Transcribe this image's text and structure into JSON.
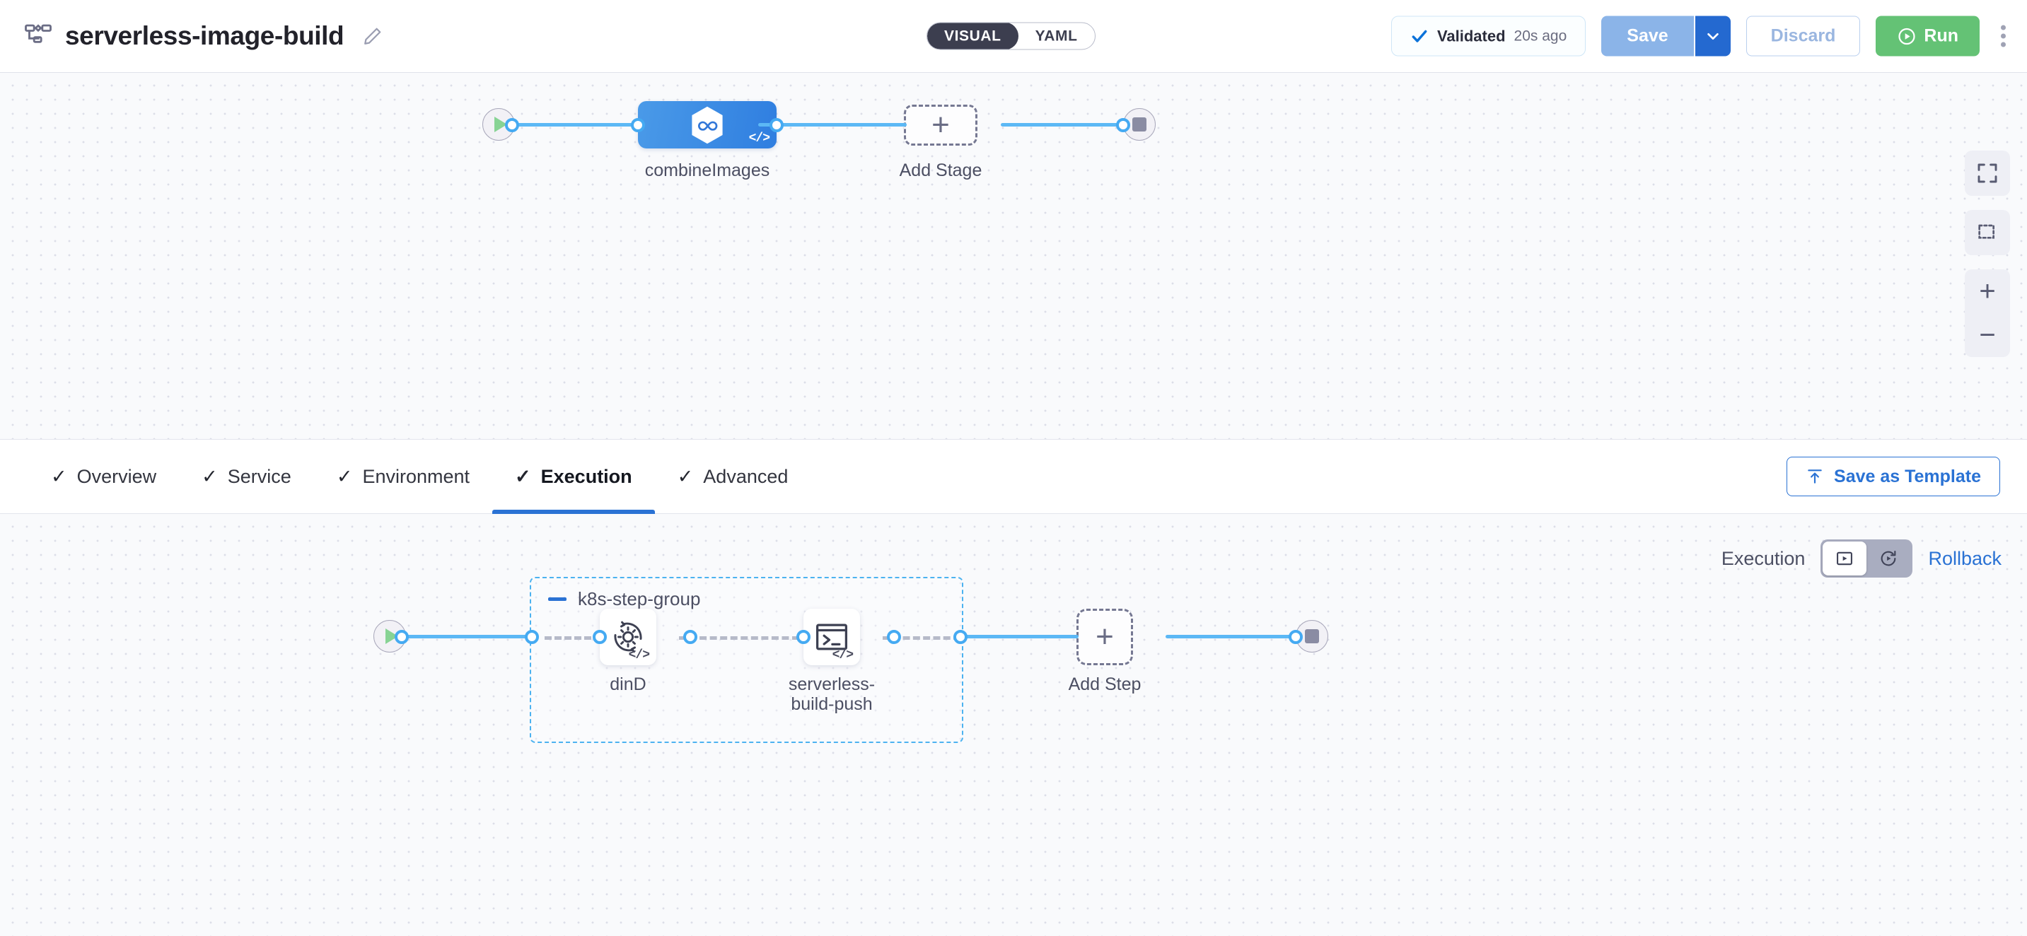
{
  "topbar": {
    "pipeline_icon": "pipeline-icon",
    "title": "serverless-image-build",
    "edit_icon": "pencil-icon",
    "mode_toggle": {
      "active": "VISUAL",
      "inactive": "YAML"
    },
    "validated": {
      "icon": "check-icon",
      "label": "Validated",
      "time": "20s ago"
    },
    "save_label": "Save",
    "save_caret_icon": "chevron-down-icon",
    "discard_label": "Discard",
    "run_label": "Run",
    "run_icon": "play-circle-icon",
    "more_icon": "kebab-menu-icon"
  },
  "pipeline_canvas": {
    "start_node": {
      "name": "start-node",
      "icon": "play-icon"
    },
    "end_node": {
      "name": "end-node",
      "icon": "stop-icon"
    },
    "stage": {
      "label": "combineImages",
      "icon": "harness-hex-icon",
      "code_mark": "</>"
    },
    "add_stage": {
      "label": "Add Stage",
      "icon": "plus-icon"
    },
    "controls": [
      {
        "name": "fit-to-screen-button",
        "icon": "fit-screen-icon"
      },
      {
        "name": "marquee-select-button",
        "icon": "marquee-select-icon"
      },
      {
        "name": "zoom-in-button",
        "icon": "plus-icon"
      },
      {
        "name": "zoom-out-button",
        "icon": "minus-icon"
      }
    ]
  },
  "tabs": {
    "items": [
      {
        "label": "Overview",
        "tick": "✓",
        "active": false
      },
      {
        "label": "Service",
        "tick": "✓",
        "active": false
      },
      {
        "label": "Environment",
        "tick": "✓",
        "active": false
      },
      {
        "label": "Execution",
        "tick": "✓",
        "active": true
      },
      {
        "label": "Advanced",
        "tick": "✓",
        "active": false
      }
    ],
    "save_template_label": "Save as Template",
    "save_template_icon": "template-upload-icon"
  },
  "execution_panel": {
    "header": {
      "label": "Execution",
      "toggle": [
        {
          "name": "execution-view-toggle",
          "icon": "execution-icon",
          "active": true
        },
        {
          "name": "rollback-view-toggle",
          "icon": "rollback-icon",
          "active": false
        }
      ],
      "rollback_label": "Rollback"
    },
    "start_node": {
      "name": "start-node",
      "icon": "play-icon"
    },
    "end_node": {
      "name": "end-node",
      "icon": "stop-icon"
    },
    "step_group": {
      "title": "k8s-step-group",
      "collapse_icon": "minus-icon",
      "steps": [
        {
          "label": "dinD",
          "icon": "gear-sync-icon",
          "code_mark": "</>"
        },
        {
          "label": "serverless-\nbuild-push",
          "icon": "terminal-icon",
          "code_mark": "</>"
        }
      ]
    },
    "add_step": {
      "label": "Add Step",
      "icon": "plus-icon"
    }
  },
  "colors": {
    "accent_blue": "#2a72d4",
    "edge_blue": "#5cb8f5",
    "run_green": "#64c275",
    "stage_blue": "#2f7ee0",
    "canvas_bg": "#f9fafc",
    "group_border": "#4cb2f0"
  }
}
